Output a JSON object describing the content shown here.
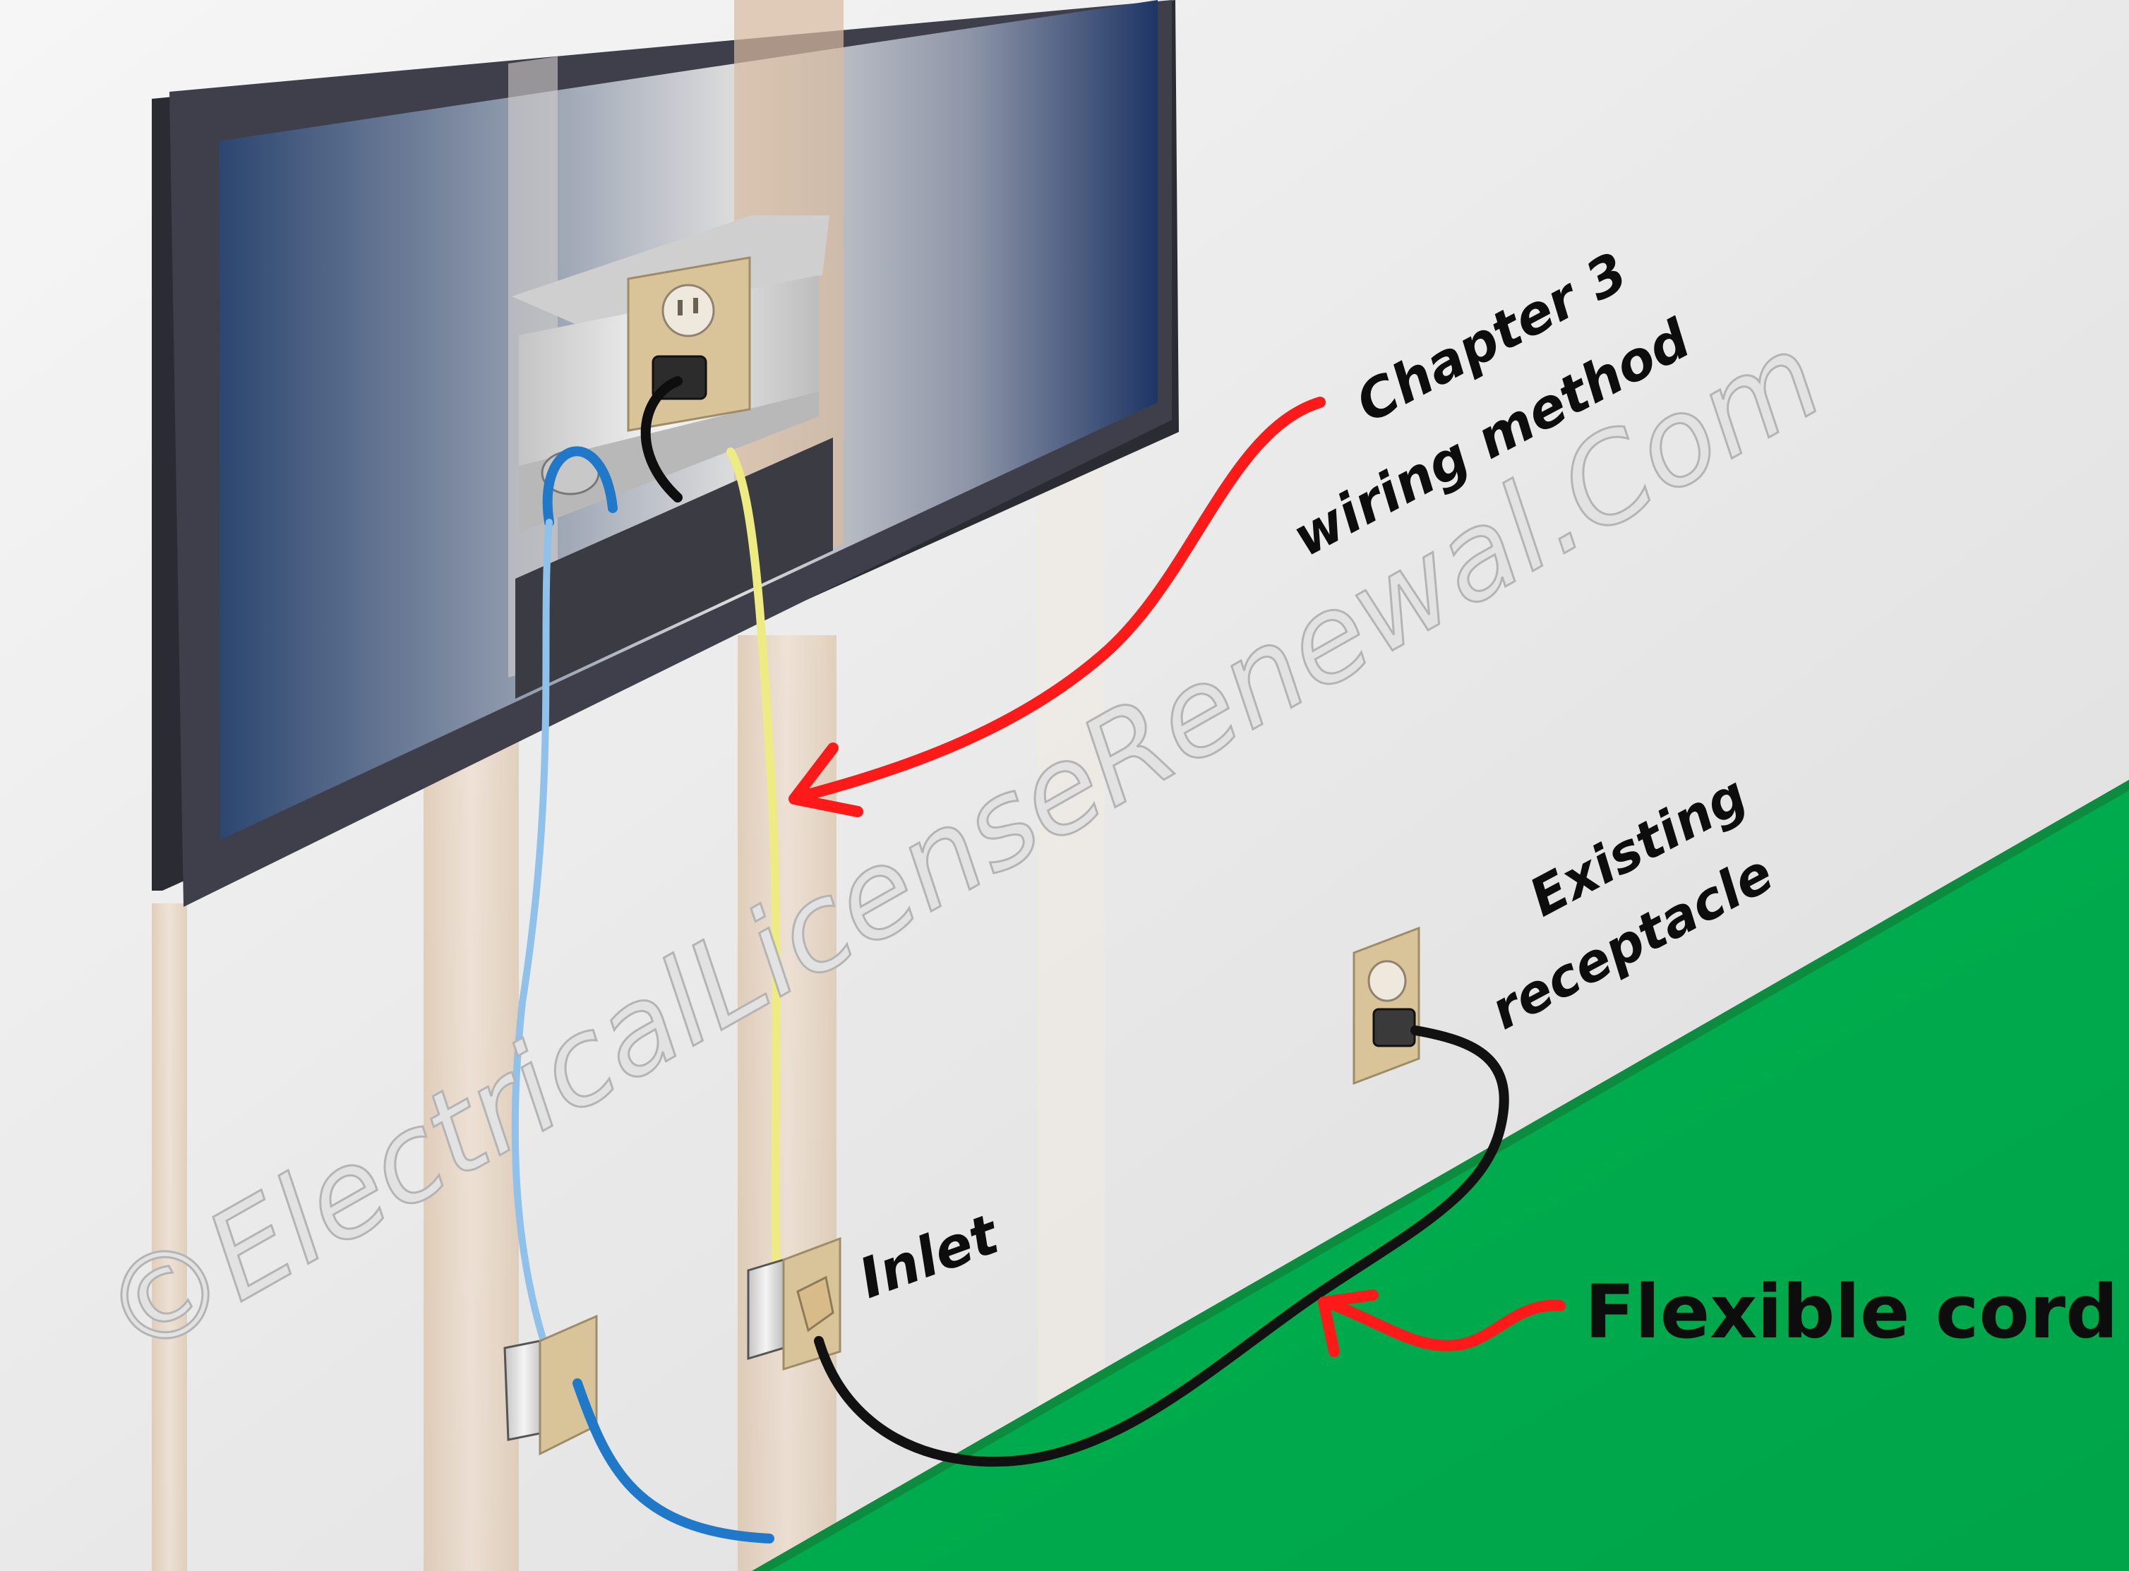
{
  "labels": {
    "chapter3_line1": "Chapter 3",
    "chapter3_line2": "wiring method",
    "existing_line1": "Existing",
    "existing_line2": "receptacle",
    "inlet": "Inlet",
    "flexible_cord": "Flexible cord"
  },
  "watermark": "©ElectricalLicenseRenewal.Com",
  "colors": {
    "wall": "#e9e9e9",
    "floor": "#00ad4e",
    "tv_frame": "#3f3f4b",
    "tv_screen_blue": "#22385f",
    "stud_wood": "#e3c7aa",
    "plate_beige": "#d9c49a",
    "arrow_red": "#ff1a1a",
    "cord_black": "#111111",
    "cable_blue": "#1f78c8",
    "cable_yellow": "#eeeb83"
  }
}
